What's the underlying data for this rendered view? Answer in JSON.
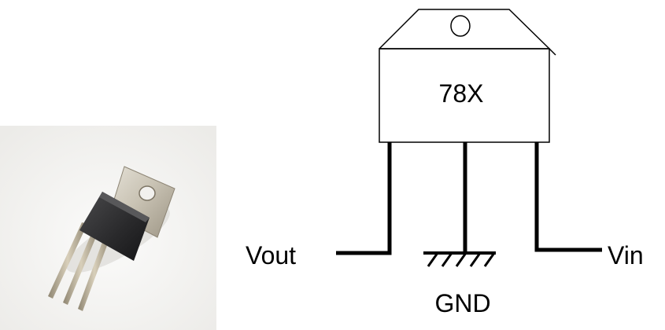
{
  "photo": {
    "icon": "to-220-voltage-regulator-photo"
  },
  "schematic": {
    "chip_label": "78X",
    "pins": {
      "left_label": "Vout",
      "middle_label": "GND",
      "right_label": "Vin"
    },
    "ground_icon": "ground-symbol-icon"
  },
  "colors": {
    "background": "#ffffff",
    "line": "#000000",
    "photo_backdrop": "#f4f4f2",
    "tab_metal": "#c9c3b4",
    "body_dark": "#2b2b2d",
    "lead_metal": "#b9ae96"
  }
}
